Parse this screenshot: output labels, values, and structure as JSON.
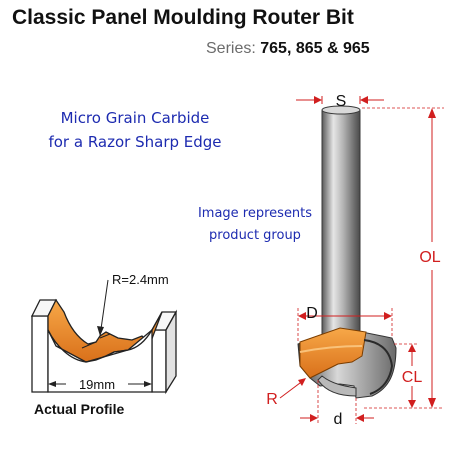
{
  "title": "Classic Panel Moulding Router Bit",
  "series": {
    "label": "Series:",
    "values": "765, 865 & 965"
  },
  "tagline": {
    "line1": "Micro Grain Carbide",
    "line2": "for a Razor Sharp Edge"
  },
  "note": {
    "line1": "Image represents",
    "line2": "product group"
  },
  "profile": {
    "radius": "R=2.4mm",
    "width": "19mm",
    "caption": "Actual Profile"
  },
  "dimensions": {
    "s": "S",
    "ol": "OL",
    "d_upper": "D",
    "cl": "CL",
    "r": "R",
    "d_lower": "d"
  },
  "colors": {
    "accent_orange": "#f08a24",
    "dimension_red": "#d11f1f",
    "text_blue": "#1d2bb0",
    "steel": "#8c8c8c"
  }
}
